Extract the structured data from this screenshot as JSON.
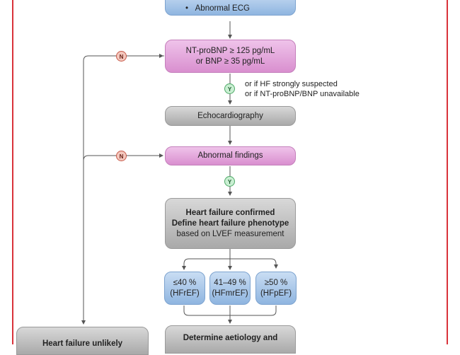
{
  "top_box": {
    "bullet": "Abnormal ECG"
  },
  "natriuretic_box": {
    "line1": "NT-proBNP ≥ 125 pg/mL",
    "line2": "or BNP ≥ 35 pg/mL"
  },
  "badges": {
    "no": "N",
    "yes": "Y"
  },
  "yes_note": {
    "line1": "or if HF strongly suspected",
    "line2": "or if NT-proBNP/BNP unavailable"
  },
  "echo_box": {
    "label": "Echocardiography"
  },
  "abnormal_box": {
    "label": "Abnormal findings"
  },
  "confirmed_box": {
    "line1": "Heart failure confirmed",
    "line2": "Define heart failure phenotype",
    "line3": "based on LVEF measurement"
  },
  "phenotypes": [
    {
      "range": "≤40 %",
      "name": "(HFrEF)"
    },
    {
      "range": "41–49 %",
      "name": "(HFmrEF)"
    },
    {
      "range": "≥50 %",
      "name": "(HFpEF)"
    }
  ],
  "aetiology_box": {
    "line1": "Determine aetiology and"
  },
  "unlikely_box": {
    "label": "Heart failure unlikely"
  },
  "colors": {
    "frame": "#d9323a",
    "blue": "#8fb5e0",
    "pink": "#d98fcf",
    "grey": "#a9a9a9",
    "no_badge": "#f3c7bd",
    "yes_badge": "#c9efd2"
  }
}
